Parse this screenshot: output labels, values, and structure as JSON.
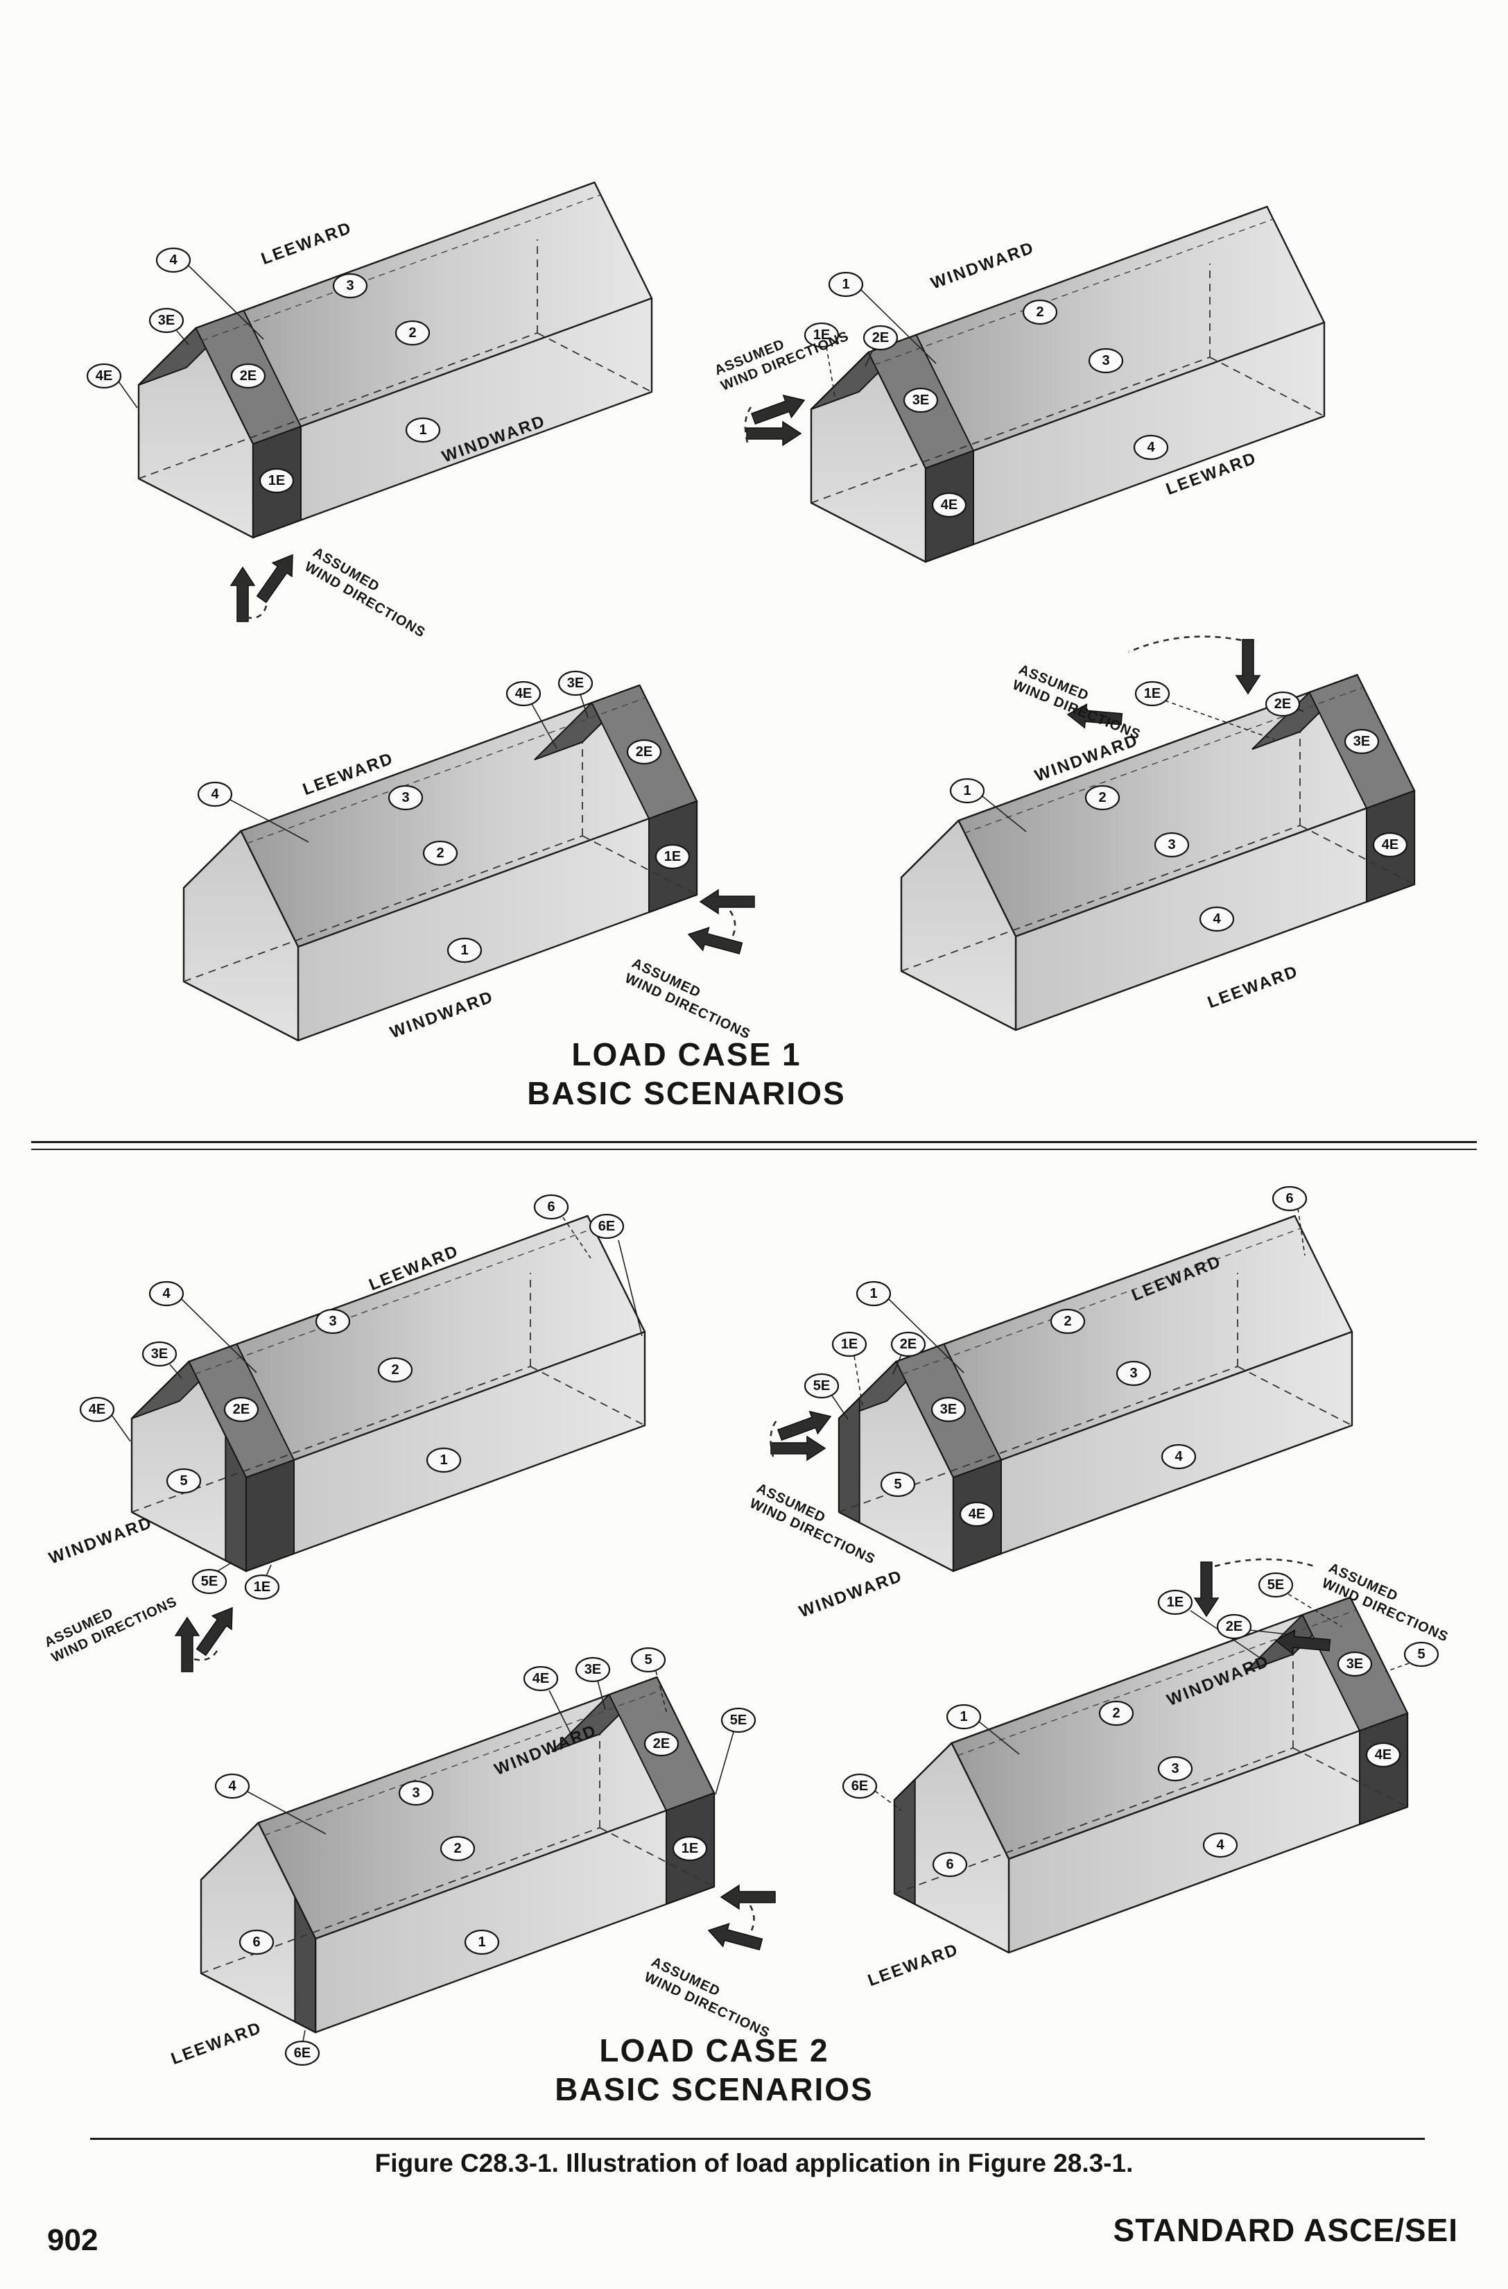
{
  "page": {
    "number": "902",
    "standard_label": "STANDARD ASCE/SEI",
    "caption": "Figure C28.3-1. Illustration of load application in Figure 28.3-1."
  },
  "sections": {
    "case1": {
      "line1": "LOAD CASE 1",
      "line2": "BASIC SCENARIOS"
    },
    "case2": {
      "line1": "LOAD CASE 2",
      "line2": "BASIC SCENARIOS"
    }
  },
  "zones": {
    "z1": "1",
    "z2": "2",
    "z3": "3",
    "z4": "4",
    "z5": "5",
    "z6": "6",
    "z1e": "1E",
    "z2e": "2E",
    "z3e": "3E",
    "z4e": "4E",
    "z5e": "5E",
    "z6e": "6E"
  },
  "dir": {
    "windward": "WINDWARD",
    "leeward": "LEEWARD"
  },
  "wind": {
    "assumed": "ASSUMED",
    "directions": "WIND DIRECTIONS"
  },
  "diagrams": [
    {
      "case": "LOAD CASE 1",
      "position": "top-left",
      "wind_from": "lower-left",
      "zone_labels": [
        "4",
        "3",
        "2",
        "1",
        "4E",
        "3E",
        "2E",
        "1E"
      ]
    },
    {
      "case": "LOAD CASE 1",
      "position": "top-right",
      "wind_from": "left",
      "zone_labels": [
        "1",
        "2",
        "3",
        "4",
        "1E",
        "2E",
        "3E",
        "4E"
      ]
    },
    {
      "case": "LOAD CASE 1",
      "position": "middle-left",
      "wind_from": "right",
      "zone_labels": [
        "4",
        "3",
        "2",
        "1",
        "4E",
        "3E",
        "2E",
        "1E"
      ]
    },
    {
      "case": "LOAD CASE 1",
      "position": "middle-right",
      "wind_from": "upper-right",
      "zone_labels": [
        "1",
        "2",
        "3",
        "4",
        "1E",
        "2E",
        "3E",
        "4E"
      ]
    },
    {
      "case": "LOAD CASE 2",
      "position": "upper-left",
      "wind_from": "lower-left",
      "zone_labels": [
        "4",
        "3",
        "2",
        "1",
        "5",
        "6",
        "4E",
        "3E",
        "2E",
        "1E",
        "5E",
        "6E"
      ]
    },
    {
      "case": "LOAD CASE 2",
      "position": "upper-right",
      "wind_from": "left",
      "zone_labels": [
        "1",
        "2",
        "3",
        "4",
        "5",
        "6",
        "1E",
        "2E",
        "3E",
        "4E",
        "5E"
      ]
    },
    {
      "case": "LOAD CASE 2",
      "position": "lower-left",
      "wind_from": "right",
      "zone_labels": [
        "4",
        "3",
        "2",
        "1",
        "5",
        "6",
        "4E",
        "3E",
        "2E",
        "1E",
        "5E",
        "6E"
      ]
    },
    {
      "case": "LOAD CASE 2",
      "position": "lower-right",
      "wind_from": "upper-right",
      "zone_labels": [
        "1",
        "2",
        "3",
        "4",
        "5",
        "6",
        "1E",
        "2E",
        "3E",
        "4E",
        "5E",
        "6E"
      ]
    }
  ]
}
